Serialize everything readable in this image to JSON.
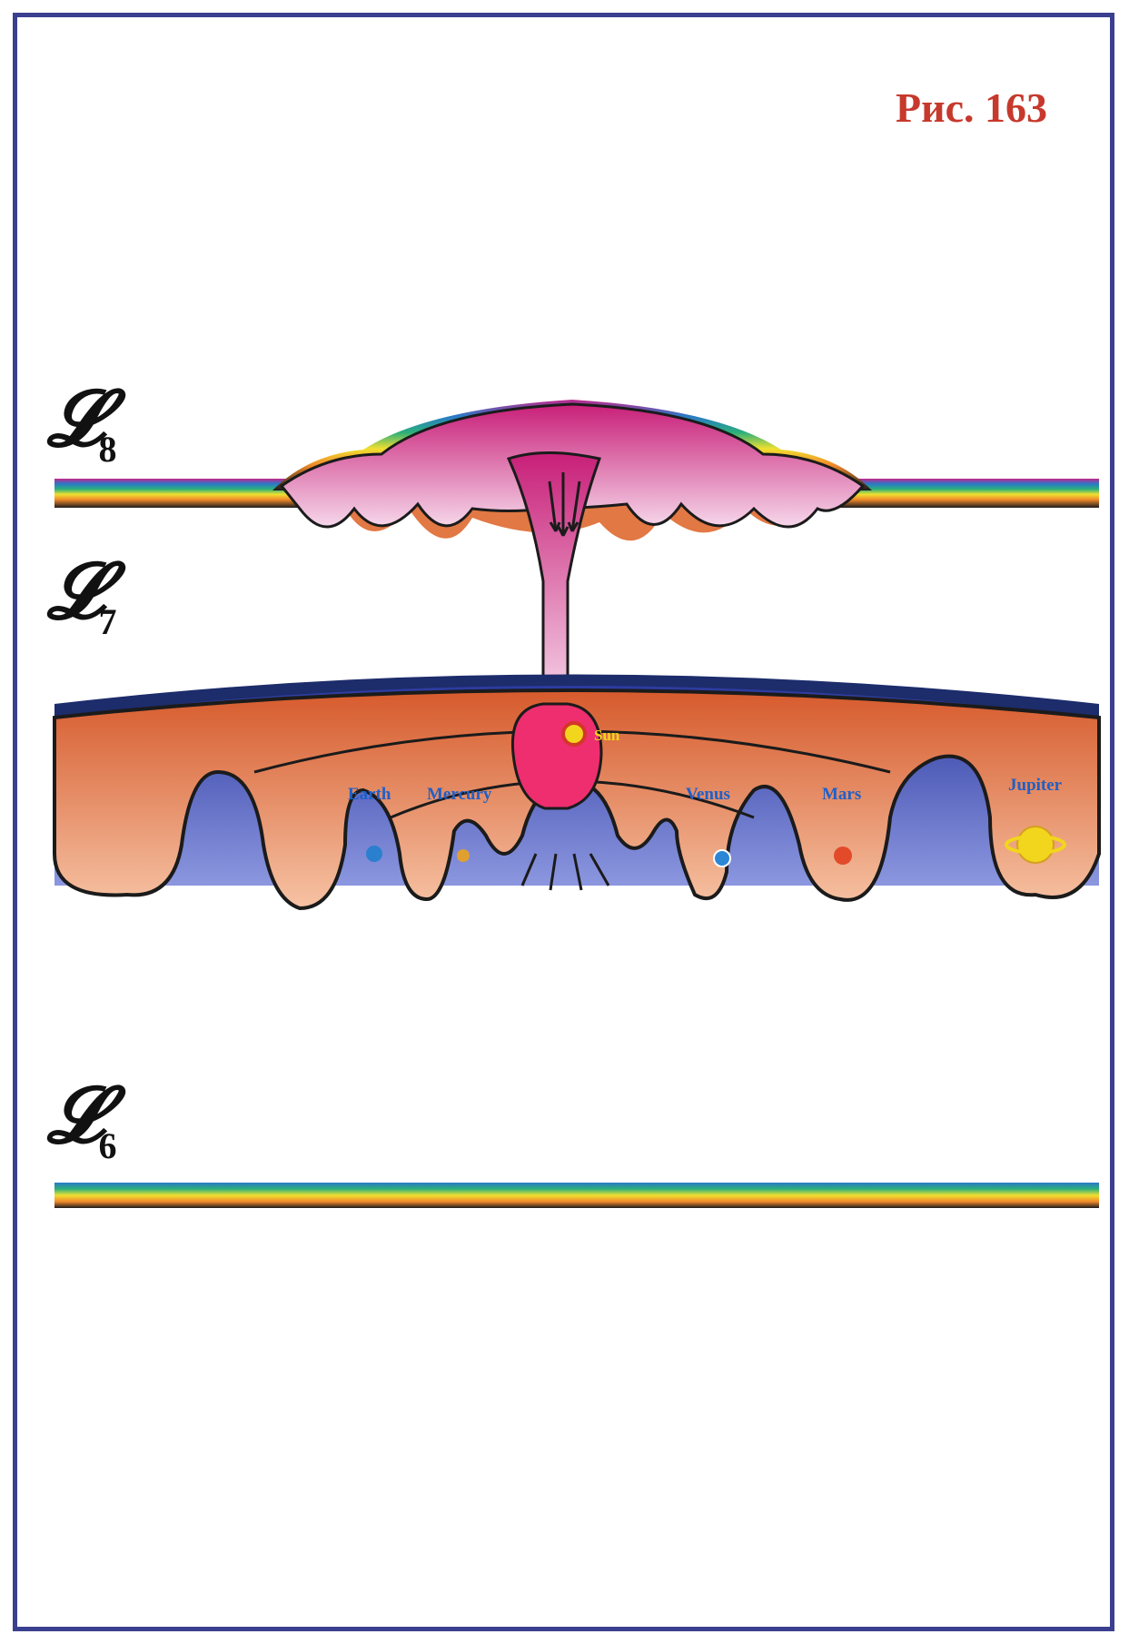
{
  "figure": {
    "label": "Рис. 163"
  },
  "levels": [
    {
      "glyph": "𝓛",
      "index": "8"
    },
    {
      "glyph": "𝓛",
      "index": "7"
    },
    {
      "glyph": "𝓛",
      "index": "6"
    }
  ],
  "bodies": {
    "sun": "Sun",
    "planets": [
      "Earth",
      "Mercury",
      "Venus",
      "Mars",
      "Jupiter"
    ]
  },
  "colors": {
    "frame": "#3b3f8f",
    "figure_label": "#c6392c",
    "layer8": "#d0287e",
    "layer7": "#dd6b3c",
    "underside": "#3a49b5",
    "planet_label": "#1f5fc8",
    "sun_label": "#f2d51d"
  }
}
